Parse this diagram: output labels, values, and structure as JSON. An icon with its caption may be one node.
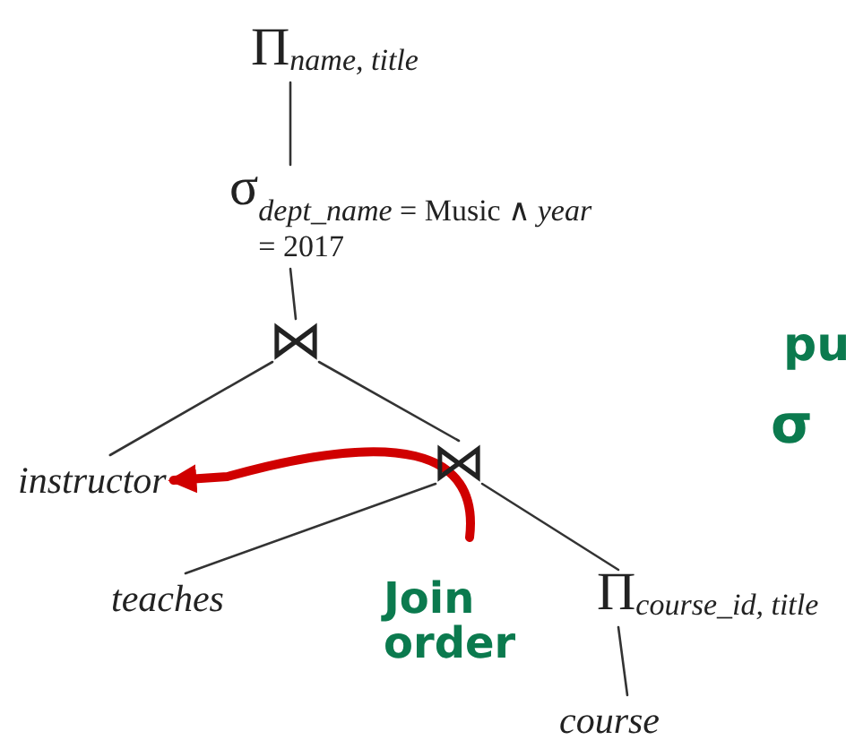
{
  "diagram": {
    "nodes": [
      {
        "text": [
          "Π",
          "name, title"
        ]
      },
      {
        "text": [
          "σ",
          "*dept_name* = Music ∧ *year* = 2017"
        ]
      },
      {
        "text": [
          "⋈"
        ]
      },
      {
        "text": [
          "instructor"
        ]
      },
      {
        "text": [
          "⋈"
        ]
      },
      {
        "text": [
          "teaches"
        ]
      },
      {
        "text": [
          "Π",
          "course_id, title"
        ]
      },
      {
        "text": [
          "course"
        ]
      }
    ],
    "edges": [
      {
        "from": 0,
        "to": 1,
        "arrow": "none"
      },
      {
        "from": 1,
        "to": 2,
        "arrow": "none"
      },
      {
        "from": 2,
        "to": 3,
        "arrow": "none"
      },
      {
        "from": 2,
        "to": 4,
        "arrow": "none"
      },
      {
        "from": 4,
        "to": 5,
        "arrow": "none"
      },
      {
        "from": 4,
        "to": 6,
        "arrow": "none"
      },
      {
        "from": 6,
        "to": 7,
        "arrow": "none"
      },
      {
        "from": null,
        "to": 3,
        "arrow": "to",
        "style": "thick",
        "color": "#d00000"
      }
    ],
    "labels": [
      "pu",
      "σ",
      "Join order"
    ]
  }
}
